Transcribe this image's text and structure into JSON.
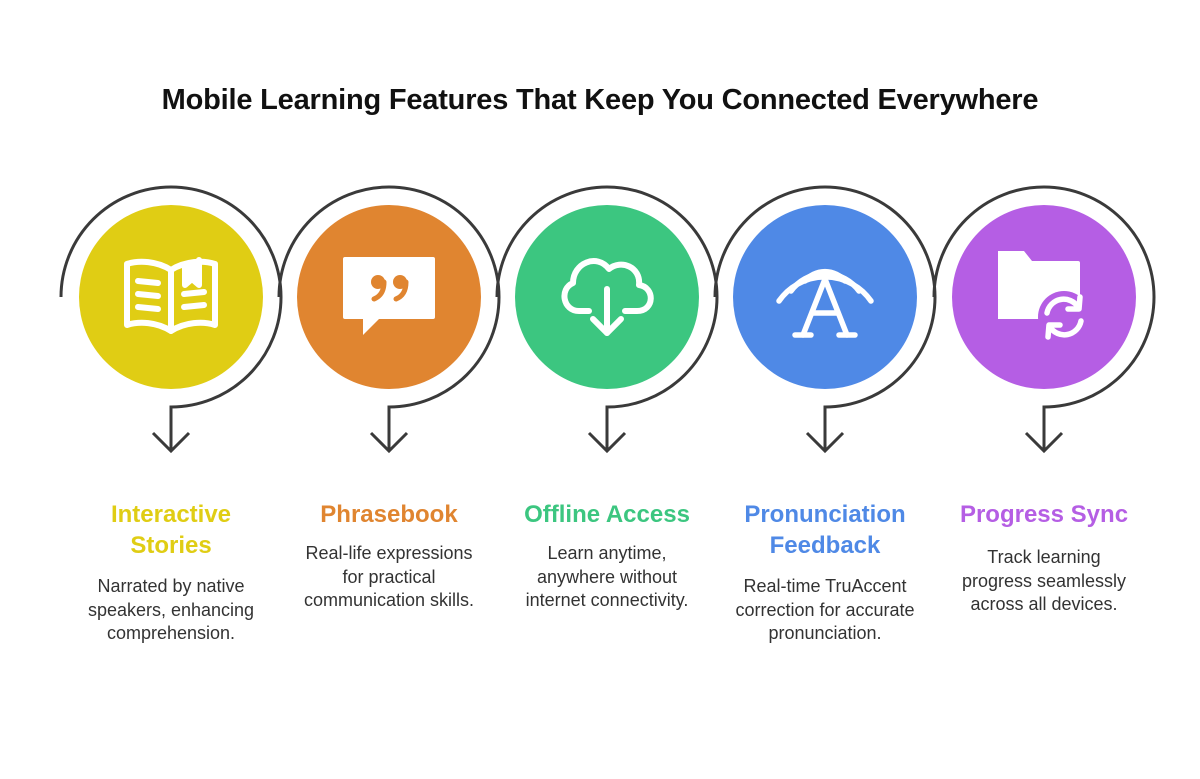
{
  "title": "Mobile Learning Features That Keep You Connected Everywhere",
  "colors": {
    "ring": "#3a3a3a",
    "yellow": "#e0cd14",
    "orange": "#e08530",
    "green": "#3cc680",
    "blue": "#4f89e6",
    "purple": "#b55ee4",
    "text": "#333333"
  },
  "features": [
    {
      "title": "Interactive Stories",
      "description": "Narrated by native speakers, enhancing comprehension.",
      "color": "#e0cd14",
      "icon": "open-book-icon"
    },
    {
      "title": "Phrasebook",
      "description": "Real-life expressions for practical communication skills.",
      "color": "#e08530",
      "icon": "quote-bubble-icon"
    },
    {
      "title": "Offline Access",
      "description": "Learn anytime, anywhere without internet connectivity.",
      "color": "#3cc680",
      "icon": "cloud-download-icon"
    },
    {
      "title": "Pronunciation Feedback",
      "description": "Real-time TruAccent correction for accurate pronunciation.",
      "color": "#4f89e6",
      "icon": "letter-a-broadcast-icon"
    },
    {
      "title": "Progress Sync",
      "description": "Track learning progress seamlessly across all devices.",
      "color": "#b55ee4",
      "icon": "folder-sync-icon"
    }
  ]
}
